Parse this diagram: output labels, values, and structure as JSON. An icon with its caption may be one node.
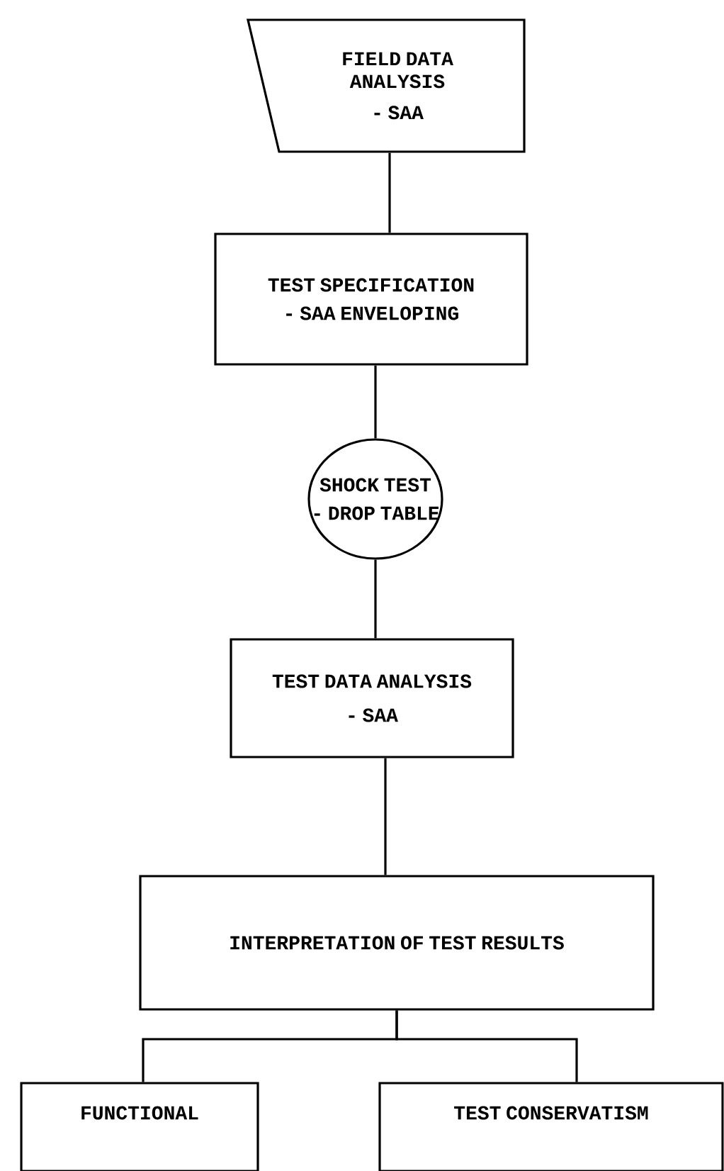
{
  "diagram": {
    "nodes": [
      {
        "text": [
          "FIELD DATA ANALYSIS",
          "- SAA"
        ]
      },
      {
        "text": [
          "TEST SPECIFICATION",
          "- SAA ENVELOPING"
        ]
      },
      {
        "text": [
          "SHOCK TEST",
          "- DROP TABLE"
        ]
      },
      {
        "text": [
          "TEST DATA ANALYSIS",
          "- SAA"
        ]
      },
      {
        "text": [
          "INTERPRETATION OF TEST RESULTS"
        ]
      },
      {
        "text": [
          "FUNCTIONAL"
        ]
      },
      {
        "text": [
          "TEST CONSERVATISM"
        ]
      }
    ],
    "edges": [
      {
        "from": 0,
        "to": 1,
        "arrow": "none"
      },
      {
        "from": 1,
        "to": 2,
        "arrow": "none"
      },
      {
        "from": 2,
        "to": 3,
        "arrow": "none"
      },
      {
        "from": 3,
        "to": 4,
        "arrow": "none"
      },
      {
        "from": 4,
        "to": 5,
        "arrow": "none"
      },
      {
        "from": 4,
        "to": 6,
        "arrow": "none"
      }
    ]
  }
}
